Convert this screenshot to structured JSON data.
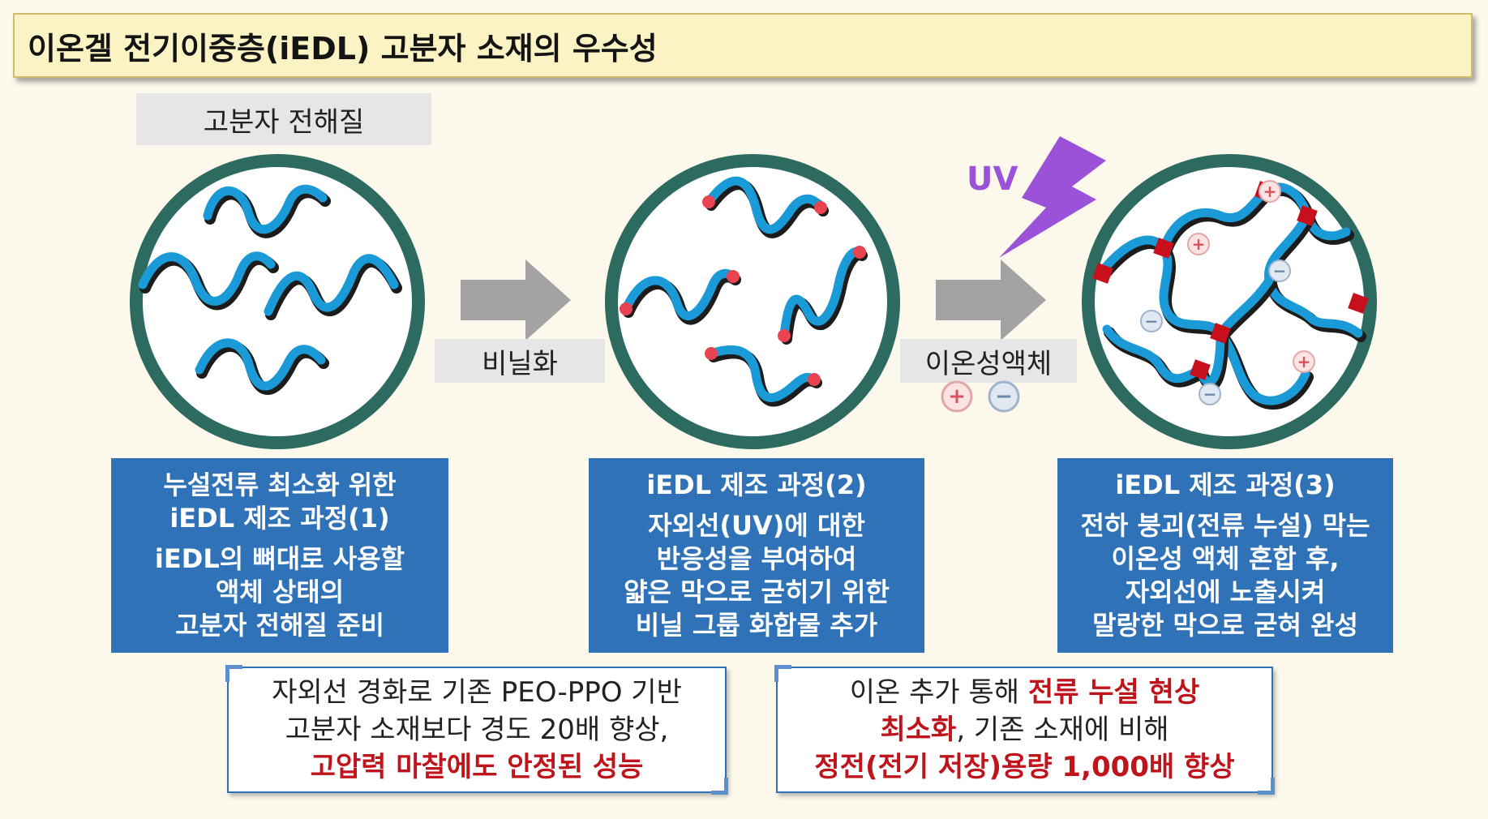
{
  "title": "이온겔 전기이중층(iEDL) 고분자 소재의 우수성",
  "labels": {
    "polymer_electrolyte": "고분자 전해질",
    "vinylation": "비닐화",
    "ionic_liquid": "이온성액체",
    "uv": "UV",
    "plus_sign": "+",
    "minus_sign": "−"
  },
  "steps": [
    {
      "heading_lines": [
        "누설전류 최소화 위한",
        "iEDL 제조 과정(1)"
      ],
      "body_lines": [
        "iEDL의 뼈대로 사용할",
        "액체 상태의",
        "고분자 전해질 준비"
      ]
    },
    {
      "heading_lines": [
        "iEDL 제조 과정(2)"
      ],
      "body_lines": [
        "자외선(UV)에 대한",
        "반응성을 부여하여",
        "얇은 막으로 굳히기 위한",
        "비닐 그룹 화합물 추가"
      ]
    },
    {
      "heading_lines": [
        "iEDL 제조 과정(3)"
      ],
      "body_lines": [
        "전하 붕괴(전류 누설) 막는",
        "이온성 액체 혼합 후,",
        "자외선에 노출시켜",
        "말랑한 막으로 굳혀 완성"
      ]
    }
  ],
  "notes": {
    "left": {
      "line1": "자외선 경화로 기존 PEO-PPO 기반",
      "line2": "고분자 소재보다 경도 20배 향상,",
      "line3_red": "고압력 마찰에도 안정된 성능"
    },
    "right": {
      "line1_plain": "이온 추가 통해 ",
      "line1_red": "전류 누설 현상",
      "line2_red": "최소화",
      "line2_plain": ", 기존 소재에 비해",
      "line3_red": "정전(전기 저장)용량 1,000배 향상"
    }
  },
  "colors": {
    "circle_ring": "#2d6b60",
    "chain_blue": "#1a9ad6",
    "chain_dark": "#1c1c1c",
    "end_group": "#e8434e",
    "crosslink": "#c8101c",
    "uv_bolt": "#9b52d8",
    "step_box": "#2f72b7",
    "arrow_gray": "#a3a3a3"
  }
}
